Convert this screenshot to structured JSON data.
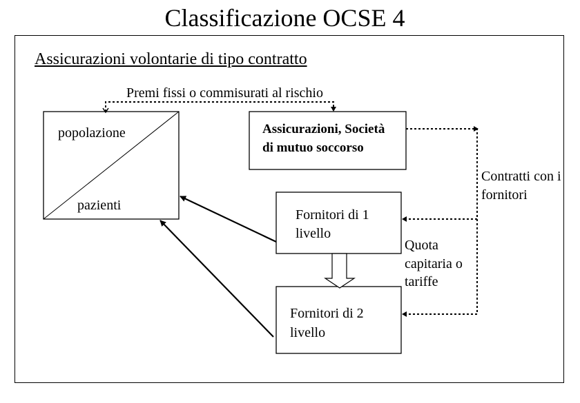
{
  "title": "Classificazione OCSE 4",
  "subtitle": "Assicurazioni volontarie di tipo contratto",
  "nodes": {
    "population_box": {
      "top_label": "popolazione",
      "bottom_label": "pazienti"
    },
    "insurers": {
      "line1": "Assicurazioni, Società",
      "line2": "di mutuo soccorso"
    },
    "providers_level1": {
      "line1": "Fornitori di 1",
      "line2": "livello"
    },
    "providers_level2": {
      "line1": "Fornitori di 2",
      "line2": "livello"
    }
  },
  "edges": {
    "premiums": "Premi fissi o commisurati al rischio",
    "contracts": {
      "line1": "Contratti con i",
      "line2": "fornitori"
    },
    "payment": {
      "line1": "Quota",
      "line2": "capitaria o",
      "line3": "tariffe"
    }
  }
}
